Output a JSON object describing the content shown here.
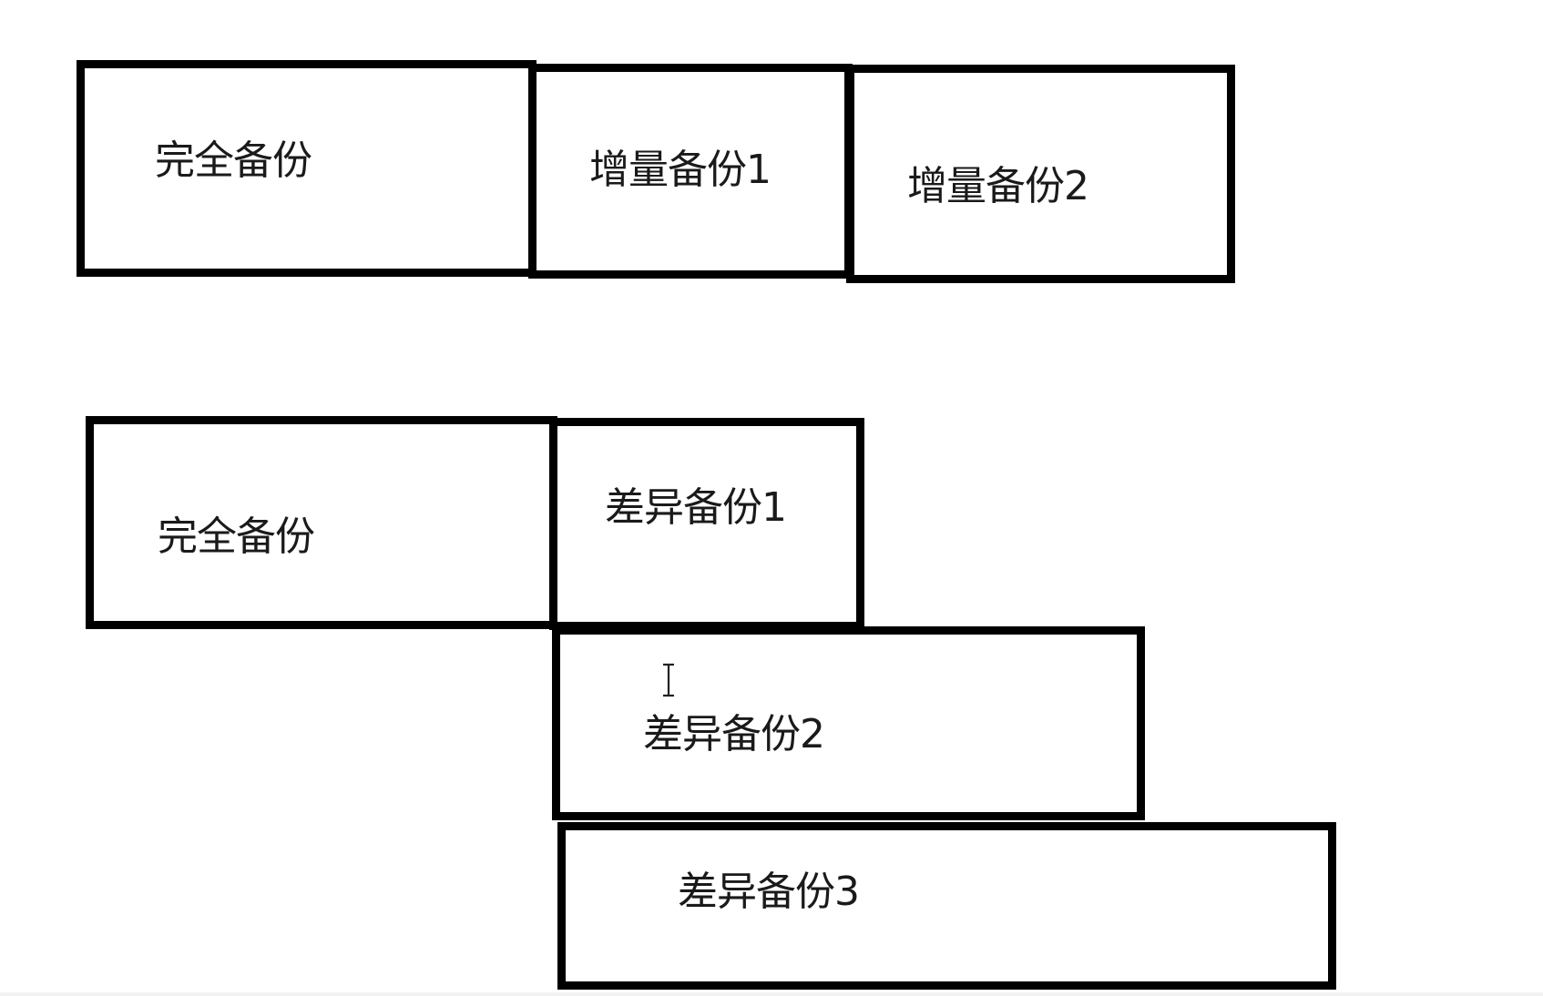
{
  "incremental_backup": {
    "full_backup_label": "完全备份",
    "incremental_1_label": "增量备份1",
    "incremental_2_label": "增量备份2"
  },
  "differential_backup": {
    "full_backup_label": "完全备份",
    "differential_1_label": "差异备份1",
    "differential_2_label": "差异备份2",
    "differential_3_label": "差异备份3"
  },
  "cursor": "text-cursor-icon"
}
